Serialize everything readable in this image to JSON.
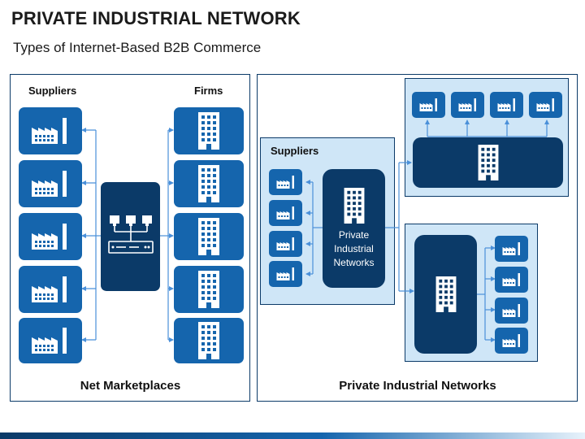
{
  "header": {
    "title": "PRIVATE INDUSTRIAL NETWORK",
    "subtitle": "Types of Internet-Based B2B Commerce"
  },
  "left_panel": {
    "suppliers_label": "Suppliers",
    "firms_label": "Firms",
    "caption": "Net Marketplaces",
    "icons": {
      "supplier": "factory-icon",
      "firm": "building-icon",
      "hub": "network-server-icon"
    }
  },
  "right_panel": {
    "suppliers_label": "Suppliers",
    "hub_label": "Private Industrial Networks",
    "caption": "Private Industrial Networks",
    "icons": {
      "supplier": "factory-icon",
      "hub": "building-icon",
      "firm": "building-icon"
    }
  },
  "colors": {
    "dark_blue": "#0b3a68",
    "mid_blue": "#1565ad",
    "light_blue": "#cfe6f7",
    "connector": "#4a90d9"
  }
}
